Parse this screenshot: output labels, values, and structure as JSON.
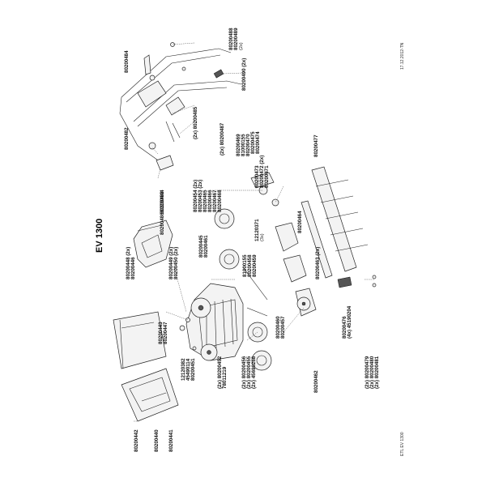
{
  "title": "EV 1300",
  "meta": {
    "date": "17.12.2012-TN",
    "doc": "ETL EV 1300"
  },
  "labels": [
    {
      "id": "80200484",
      "text": "80200484"
    },
    {
      "id": "80200488",
      "text": "80200488"
    },
    {
      "id": "80200489",
      "text": "80200489"
    },
    {
      "id": "80200489q",
      "text": "(2x)"
    },
    {
      "id": "80200490",
      "text": "80200490 (2x)"
    },
    {
      "id": "80200482",
      "text": "80200482"
    },
    {
      "id": "80200485",
      "text": "(2x) 80200485"
    },
    {
      "id": "80200487",
      "text": "(2x) 80200487"
    },
    {
      "id": "80200483",
      "text": "80200483"
    },
    {
      "id": "80200486",
      "text": "80200486"
    },
    {
      "id": "80200469",
      "text": "80200469"
    },
    {
      "id": "81000155a",
      "text": "81000155"
    },
    {
      "id": "80200470",
      "text": "80200470"
    },
    {
      "id": "80200475",
      "text": "80200475"
    },
    {
      "id": "80200474",
      "text": "80200474"
    },
    {
      "id": "80200477",
      "text": "80200477"
    },
    {
      "id": "80200444",
      "text": "80200444"
    },
    {
      "id": "80200454",
      "text": "80200454 (2x)"
    },
    {
      "id": "80200453",
      "text": "80200453 (2x)"
    },
    {
      "id": "80200465",
      "text": "80200465"
    },
    {
      "id": "80200466",
      "text": "80200466"
    },
    {
      "id": "80200467",
      "text": "80200467"
    },
    {
      "id": "80200468",
      "text": "80200468"
    },
    {
      "id": "80200473",
      "text": "80200473"
    },
    {
      "id": "80200472",
      "text": "80200472 (2x)"
    },
    {
      "id": "80200471",
      "text": "80200471"
    },
    {
      "id": "12120371",
      "text": "12120371"
    },
    {
      "id": "12120371q",
      "text": "(3x)"
    },
    {
      "id": "80200464",
      "text": "80200464"
    },
    {
      "id": "80200448",
      "text": "80200448 (2x)"
    },
    {
      "id": "80200446",
      "text": "80200446"
    },
    {
      "id": "80200445",
      "text": "80200445"
    },
    {
      "id": "80200461",
      "text": "80200461"
    },
    {
      "id": "80200449",
      "text": "80200449 (2x)"
    },
    {
      "id": "80200450",
      "text": "80200450 (2x)"
    },
    {
      "id": "81000155b",
      "text": "81000155"
    },
    {
      "id": "80200458",
      "text": "80200458"
    },
    {
      "id": "80200459",
      "text": "80200459"
    },
    {
      "id": "80200463",
      "text": "80200463 (2x)"
    },
    {
      "id": "80200443",
      "text": "80200443"
    },
    {
      "id": "80200447",
      "text": "80200447"
    },
    {
      "id": "12120382",
      "text": "12120382"
    },
    {
      "id": "45490114",
      "text": "45490114"
    },
    {
      "id": "80200451",
      "text": "80200451"
    },
    {
      "id": "80200452",
      "text": "(2x) 80200452"
    },
    {
      "id": "78011219",
      "text": "78011219"
    },
    {
      "id": "80200456",
      "text": "(2x) 80200456"
    },
    {
      "id": "80200455",
      "text": "(2x) 80200455"
    },
    {
      "id": "45690268",
      "text": "(2x) 45690268"
    },
    {
      "id": "80200460",
      "text": "80200460"
    },
    {
      "id": "80200457",
      "text": "80200457"
    },
    {
      "id": "80200476",
      "text": "80200476"
    },
    {
      "id": "45190204",
      "text": "(4x) 45190204"
    },
    {
      "id": "80200479",
      "text": "(2x) 80200479"
    },
    {
      "id": "80200480",
      "text": "(2x) 80200480"
    },
    {
      "id": "80200481",
      "text": "(2x) 80200481"
    },
    {
      "id": "80200462",
      "text": "80200462"
    },
    {
      "id": "80200442",
      "text": "80200442"
    },
    {
      "id": "80200440",
      "text": "80200440"
    },
    {
      "id": "80200441",
      "text": "80200441"
    }
  ]
}
